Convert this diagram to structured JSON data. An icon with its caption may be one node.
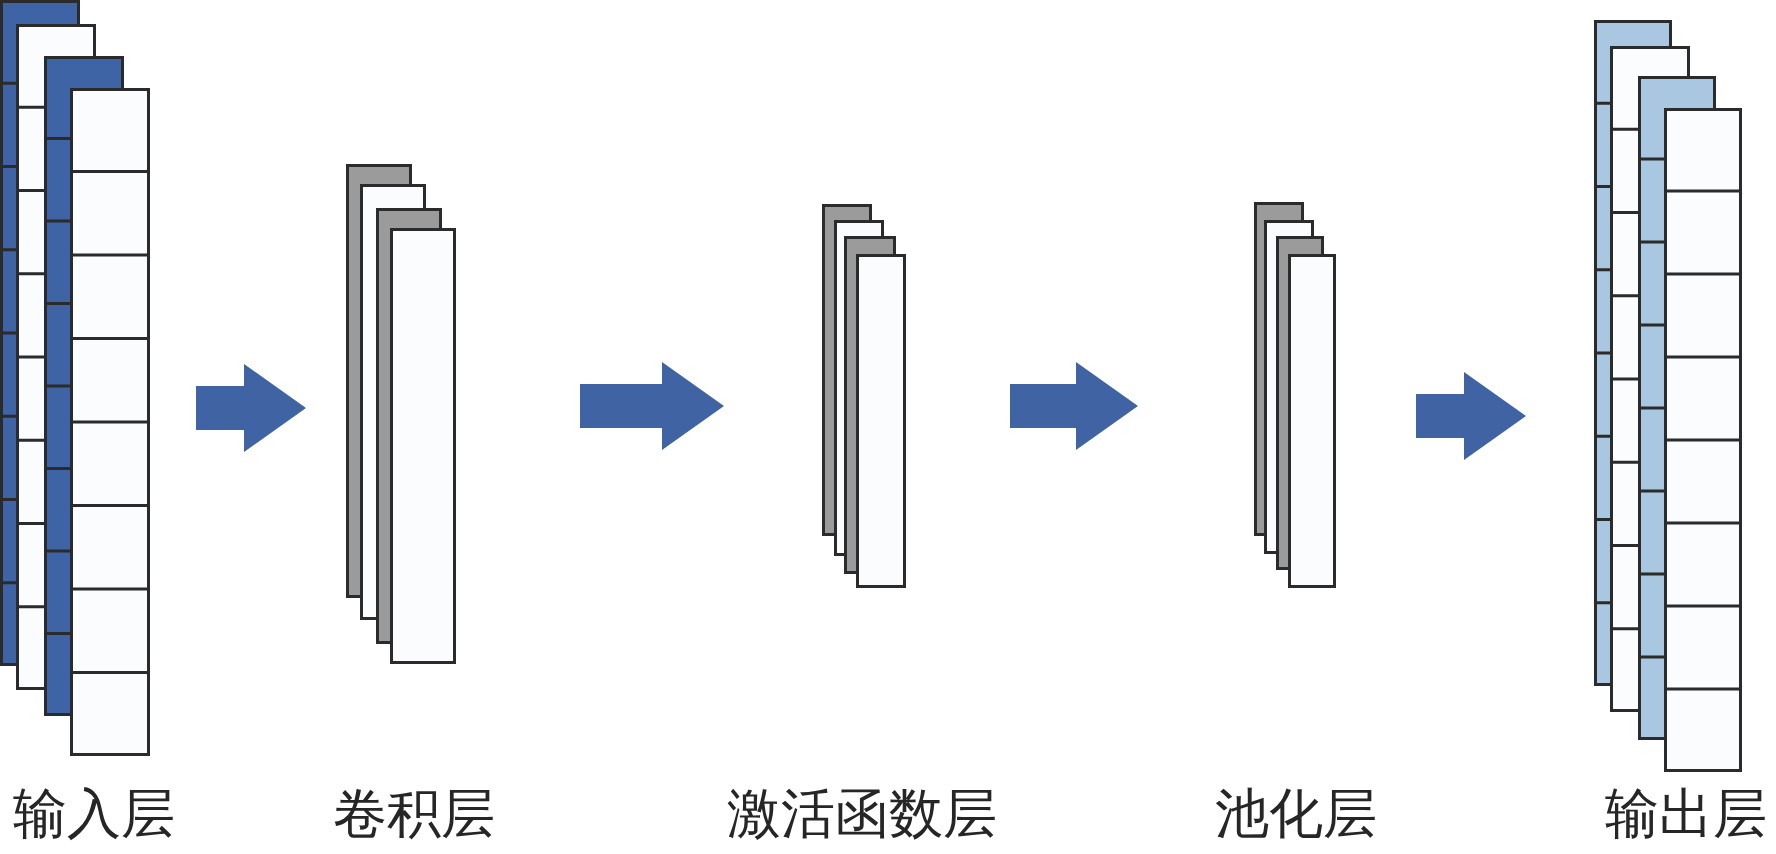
{
  "diagram": {
    "nodes": [
      {
        "text": [],
        "shape": "box",
        "beside": [
          "输入层"
        ]
      },
      {
        "text": [],
        "shape": "box",
        "beside": [
          "卷积层"
        ]
      },
      {
        "text": [],
        "shape": "box",
        "beside": [
          "激活函数层"
        ]
      },
      {
        "text": [],
        "shape": "box",
        "beside": [
          "池化层"
        ]
      },
      {
        "text": [],
        "shape": "box",
        "beside": [
          "输出层"
        ]
      }
    ],
    "edges": [
      {
        "from": 0,
        "to": 1,
        "arrow": "to"
      },
      {
        "from": 1,
        "to": 2,
        "arrow": "to"
      },
      {
        "from": 2,
        "to": 3,
        "arrow": "to"
      },
      {
        "from": 3,
        "to": 4,
        "arrow": "to"
      }
    ]
  }
}
